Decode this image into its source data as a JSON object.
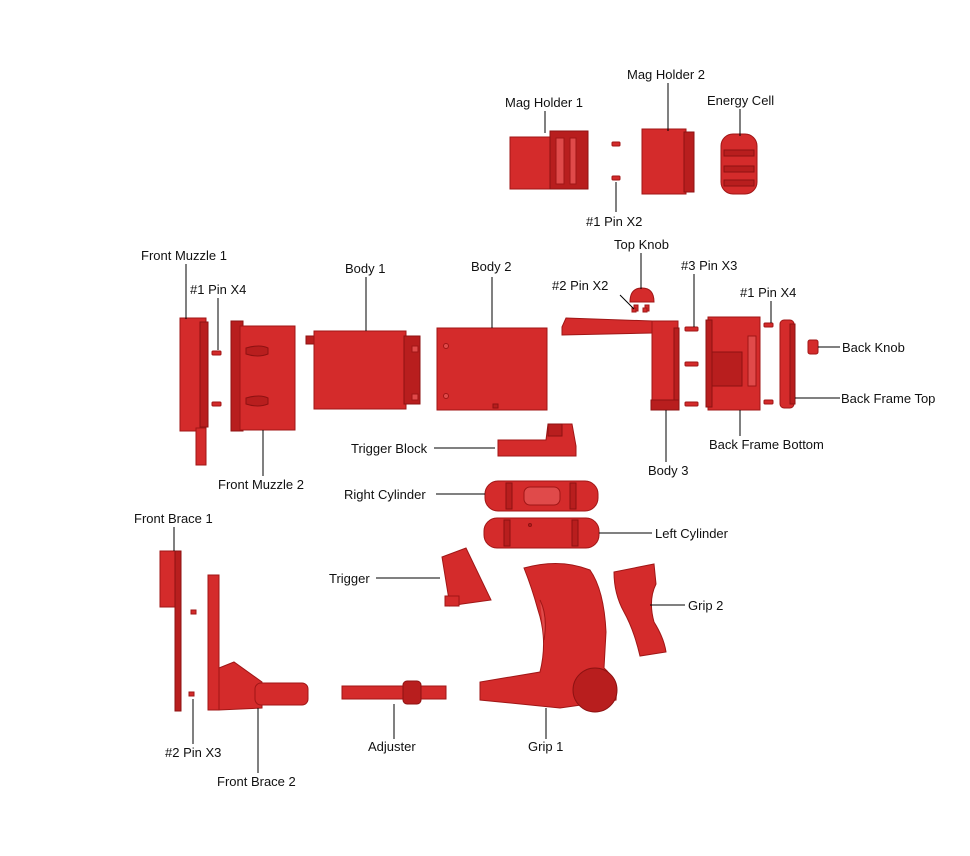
{
  "colors": {
    "part_fill": "#d42b2b",
    "part_dark": "#a81818",
    "part_light": "#e04848",
    "leader_line": "#000000"
  },
  "labels": {
    "mag_holder_1": "Mag Holder 1",
    "mag_holder_2": "Mag Holder 2",
    "energy_cell": "Energy Cell",
    "pin1_x2": "#1 Pin X2",
    "front_muzzle_1": "Front Muzzle 1",
    "pin1_x4_front": "#1 Pin X4",
    "body_1": "Body 1",
    "body_2": "Body 2",
    "top_knob": "Top Knob",
    "pin2_x2": "#2 Pin X2",
    "pin3_x3": "#3 Pin X3",
    "pin1_x4_back": "#1 Pin X4",
    "back_knob": "Back Knob",
    "back_frame_top": "Back Frame Top",
    "back_frame_bottom": "Back Frame Bottom",
    "body_3": "Body 3",
    "trigger_block": "Trigger Block",
    "front_muzzle_2": "Front Muzzle 2",
    "right_cylinder": "Right Cylinder",
    "left_cylinder": "Left Cylinder",
    "front_brace_1": "Front Brace 1",
    "trigger": "Trigger",
    "grip_2": "Grip 2",
    "pin2_x3": "#2 Pin X3",
    "front_brace_2": "Front Brace 2",
    "adjuster": "Adjuster",
    "grip_1": "Grip 1"
  }
}
